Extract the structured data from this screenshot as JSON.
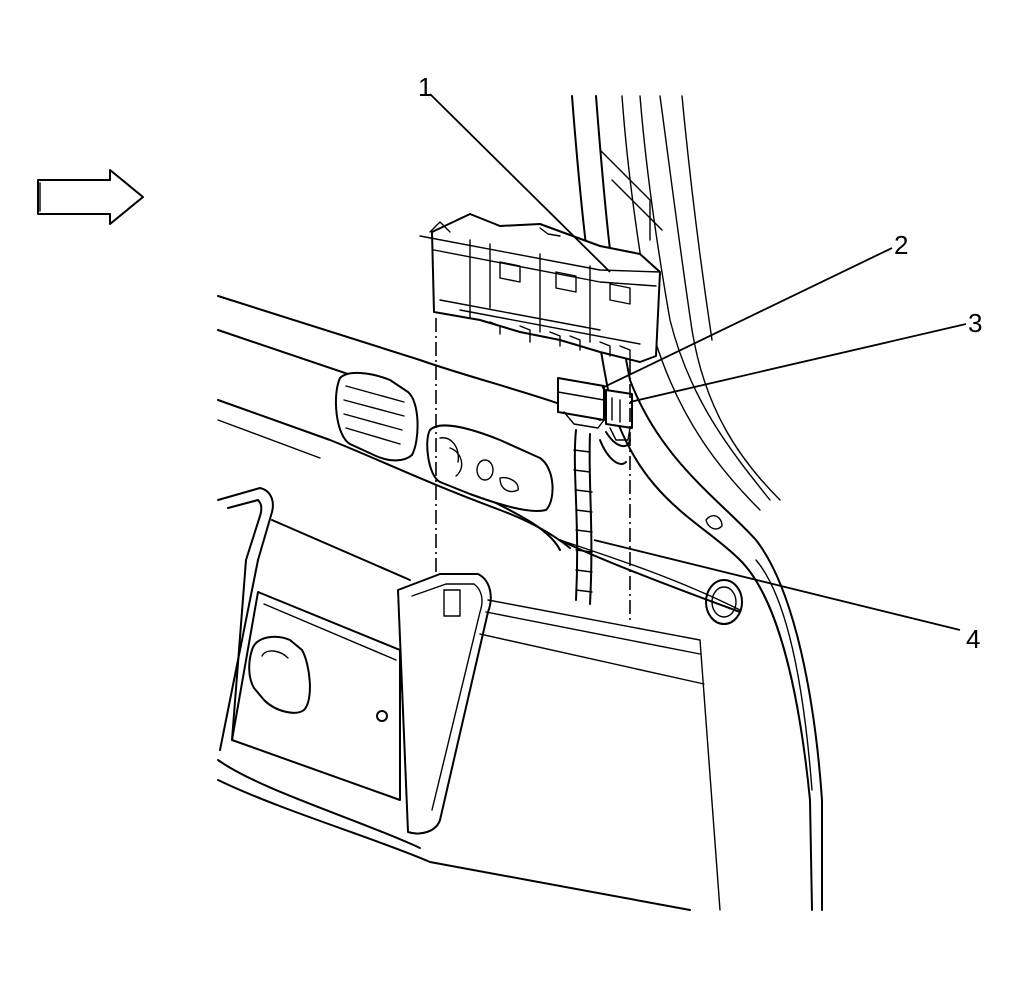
{
  "callouts": [
    {
      "id": "1",
      "label": "1"
    },
    {
      "id": "2",
      "label": "2"
    },
    {
      "id": "3",
      "label": "3"
    },
    {
      "id": "4",
      "label": "4"
    }
  ],
  "view_arrow": {
    "icon": "view-direction-arrow-icon",
    "direction": "right"
  },
  "colors": {
    "line": "#000000",
    "background": "#ffffff"
  }
}
